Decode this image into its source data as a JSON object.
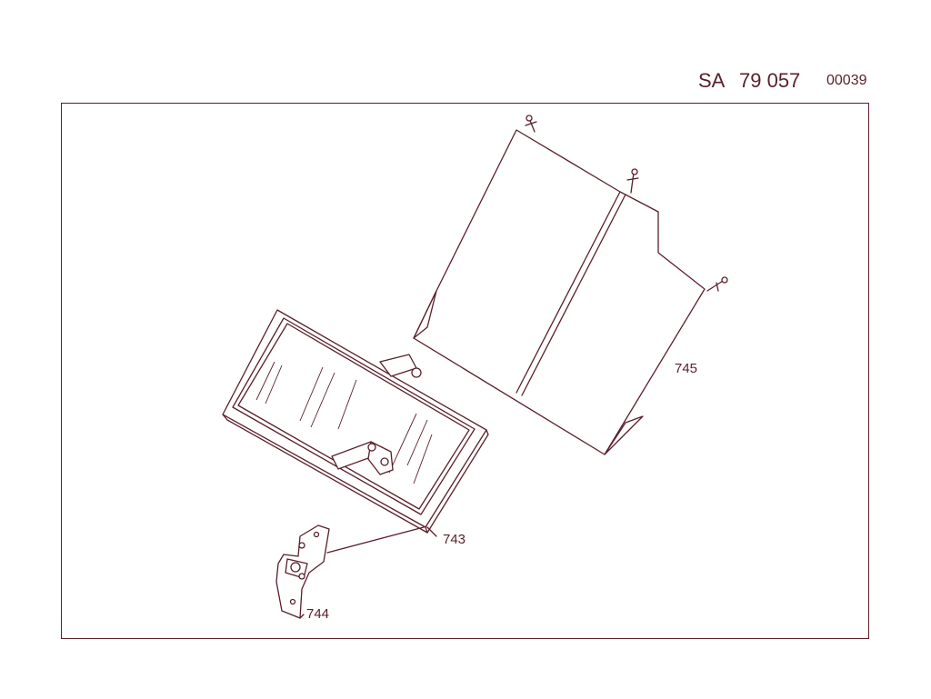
{
  "header": {
    "prefix": "SA",
    "number": "79 057",
    "code": "00039"
  },
  "callouts": [
    {
      "id": "745",
      "label": "745"
    },
    {
      "id": "743",
      "label": "743"
    },
    {
      "id": "744",
      "label": "744"
    }
  ],
  "colors": {
    "line": "#5a1f2a",
    "background": "#ffffff"
  }
}
